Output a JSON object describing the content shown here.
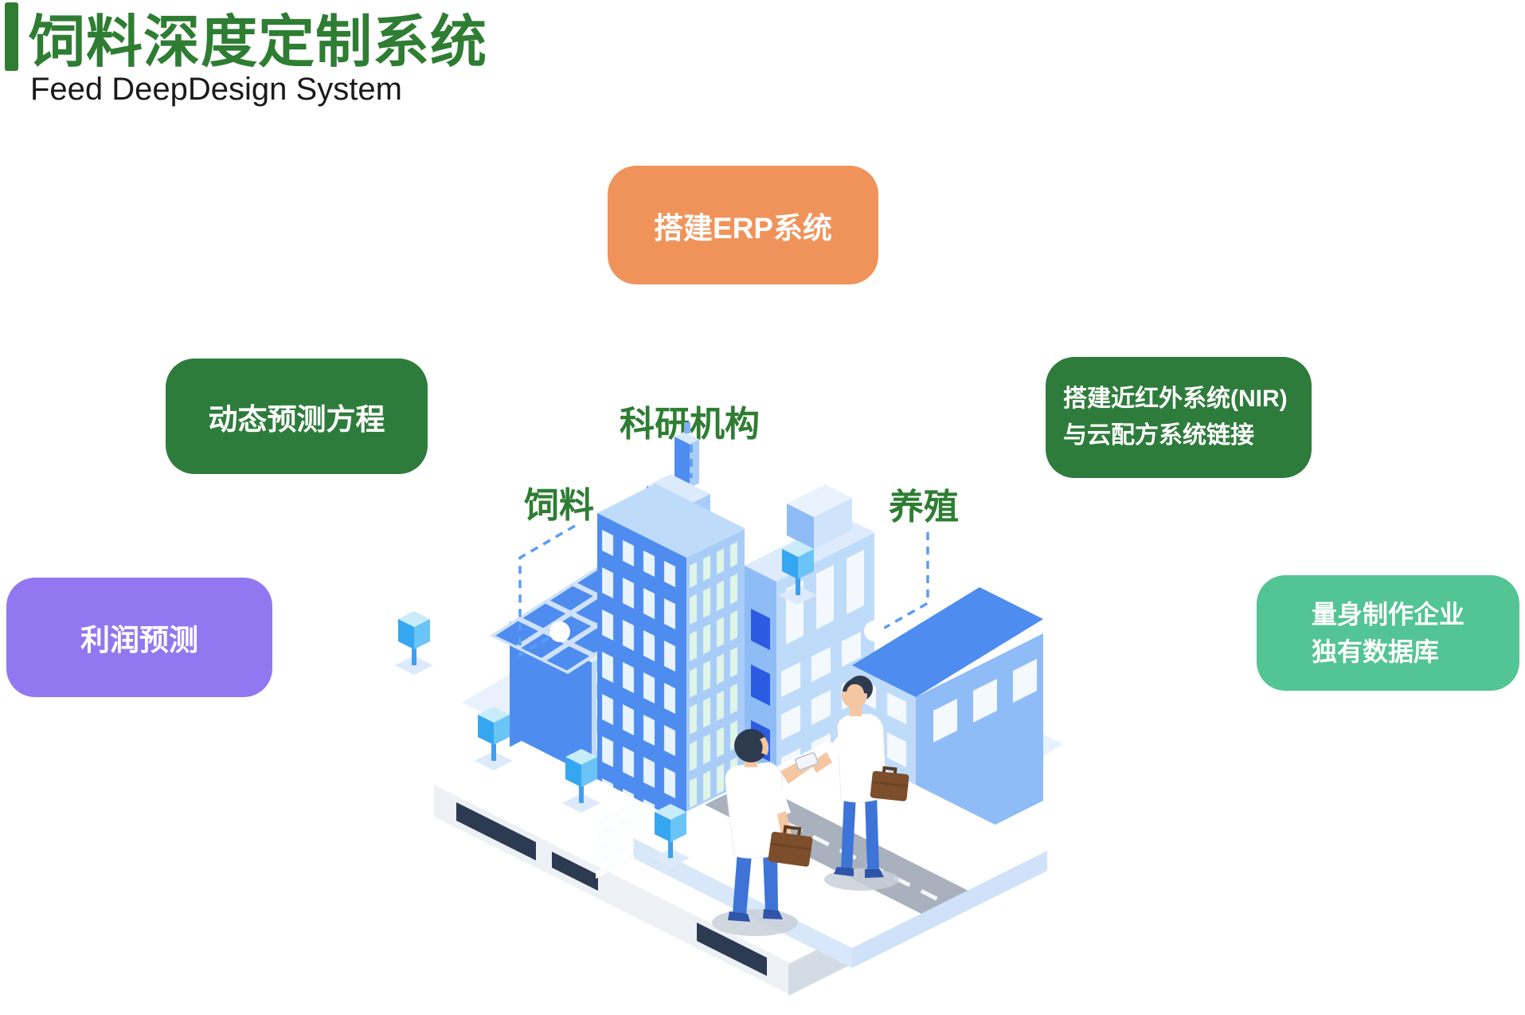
{
  "header": {
    "title": "饲料深度定制系统",
    "subtitle": "Feed DeepDesign System",
    "accent_color": "#2E7D33",
    "subtitle_color": "#1A1A1A"
  },
  "badges": {
    "erp": {
      "label": "搭建ERP系统",
      "color": "#F0935A"
    },
    "dynamic": {
      "label": "动态预测方程",
      "color": "#2E7C3B"
    },
    "nir": {
      "line1": "搭建近红外系统(NIR)",
      "line2": "与云配方系统链接",
      "color": "#2E7C3B"
    },
    "profit": {
      "label": "利润预测",
      "color": "#9277F0"
    },
    "database": {
      "line1": "量身制作企业",
      "line2": "独有数据库",
      "color": "#53C493"
    }
  },
  "illustration": {
    "labels": {
      "research": "科研机构",
      "feed": "饲料",
      "breeding": "养殖"
    },
    "label_color": "#2E7D33",
    "connector_color": "#5C9CF5",
    "building_blue": "#4E8CF0",
    "building_light_blue": "#BFDBFA",
    "road_gray": "#A9B1BE"
  }
}
